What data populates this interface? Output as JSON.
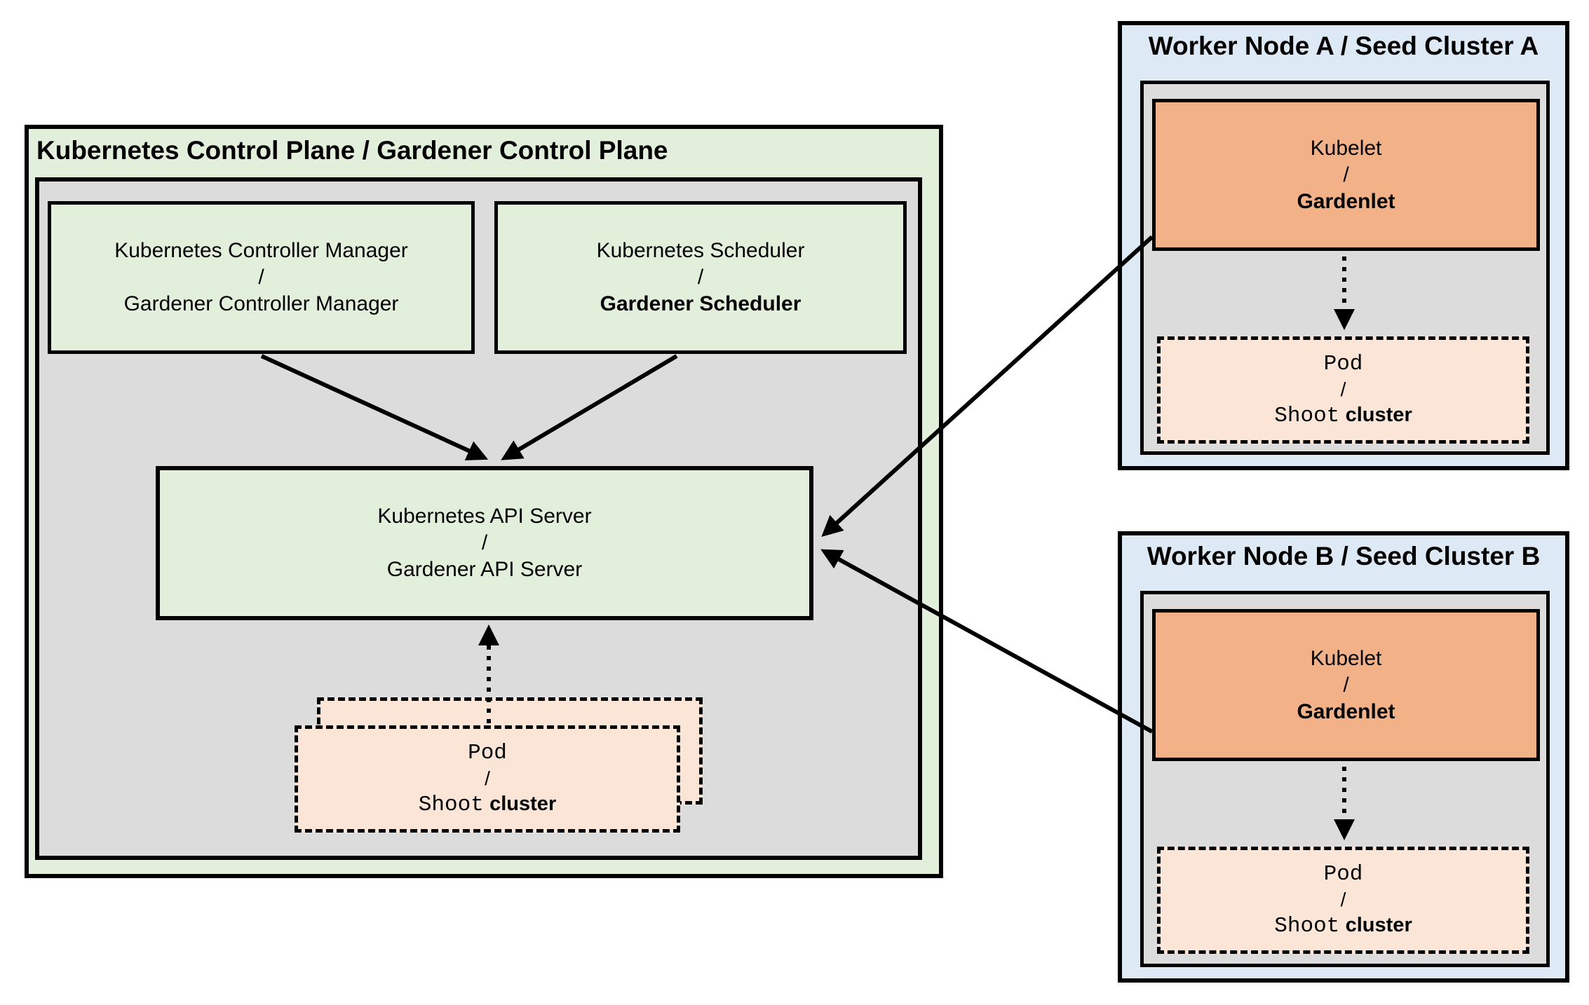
{
  "control_plane": {
    "title": "Kubernetes Control Plane / Gardener Control Plane",
    "controller_manager": {
      "line1": "Kubernetes Controller Manager",
      "sep": "/",
      "line2": "Gardener Controller Manager"
    },
    "scheduler": {
      "line1": "Kubernetes Scheduler",
      "sep": "/",
      "line2": "Gardener Scheduler"
    },
    "api_server": {
      "line1": "Kubernetes API Server",
      "sep": "/",
      "line2": "Gardener API Server"
    },
    "pod": {
      "line1": "Pod",
      "sep": "/",
      "code": "Shoot",
      "plain": "cluster"
    }
  },
  "worker_a": {
    "title": "Worker Node A / Seed Cluster A",
    "kubelet": {
      "line1": "Kubelet",
      "sep": "/",
      "line2": "Gardenlet"
    },
    "pod": {
      "line1": "Pod",
      "sep": "/",
      "code": "Shoot",
      "plain": "cluster"
    }
  },
  "worker_b": {
    "title": "Worker Node B / Seed Cluster B",
    "kubelet": {
      "line1": "Kubelet",
      "sep": "/",
      "line2": "Gardenlet"
    },
    "pod": {
      "line1": "Pod",
      "sep": "/",
      "code": "Shoot",
      "plain": "cluster"
    }
  },
  "colors": {
    "green_fill": "#e2efda",
    "gray_fill": "#dcdcdc",
    "blue_fill": "#dde9f5",
    "orange_fill": "#f2b186",
    "peach_fill": "#fbe5d6",
    "border": "#000000"
  }
}
